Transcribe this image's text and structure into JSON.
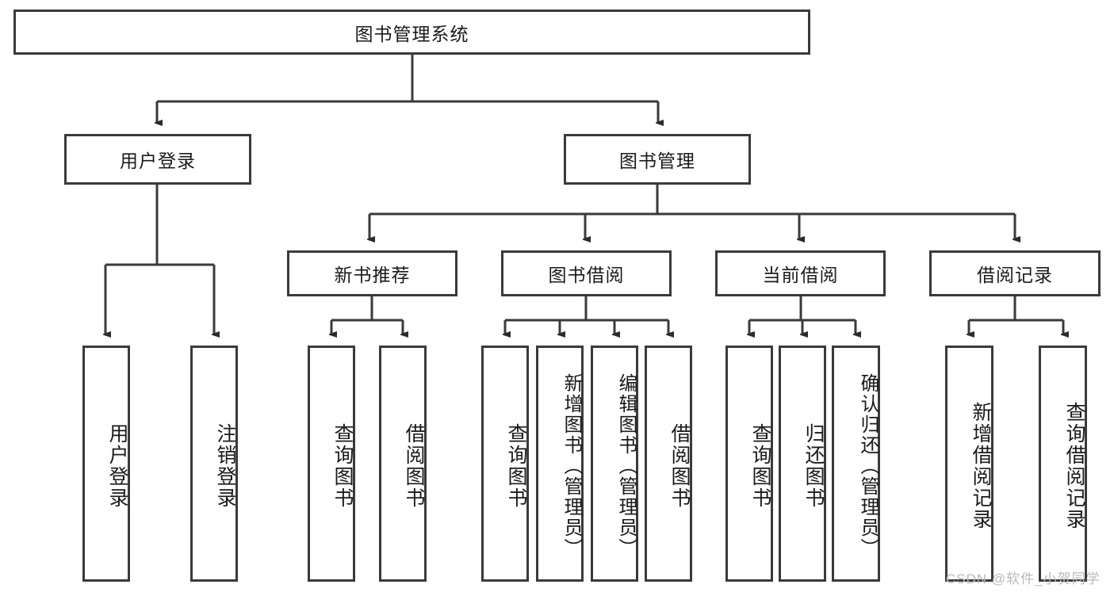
{
  "diagram": {
    "title": "图书管理系统",
    "type": "hierarchy-tree",
    "root": {
      "label": "图书管理系统"
    },
    "level2": [
      {
        "id": "user-login",
        "label": "用户登录"
      },
      {
        "id": "book-manage",
        "label": "图书管理"
      }
    ],
    "level3": [
      {
        "id": "new-book-recommend",
        "label": "新书推荐",
        "parent": "book-manage"
      },
      {
        "id": "book-borrow",
        "label": "图书借阅",
        "parent": "book-manage"
      },
      {
        "id": "current-borrow",
        "label": "当前借阅",
        "parent": "book-manage"
      },
      {
        "id": "borrow-record",
        "label": "借阅记录",
        "parent": "book-manage"
      }
    ],
    "leaves": [
      {
        "id": "leaf-user-login",
        "label": "用户登录",
        "parent": "user-login"
      },
      {
        "id": "leaf-logout-login",
        "label": "注销登录",
        "parent": "user-login"
      },
      {
        "id": "leaf-query-book-1",
        "label": "查询图书",
        "parent": "new-book-recommend"
      },
      {
        "id": "leaf-borrow-book-1",
        "label": "借阅图书",
        "parent": "new-book-recommend"
      },
      {
        "id": "leaf-query-book-2",
        "label": "查询图书",
        "parent": "book-borrow"
      },
      {
        "id": "leaf-add-book",
        "label": "新增图书（管理员）",
        "parent": "book-borrow"
      },
      {
        "id": "leaf-edit-book",
        "label": "编辑图书（管理员）",
        "parent": "book-borrow"
      },
      {
        "id": "leaf-borrow-book-2",
        "label": "借阅图书",
        "parent": "book-borrow"
      },
      {
        "id": "leaf-query-book-3",
        "label": "查询图书",
        "parent": "current-borrow"
      },
      {
        "id": "leaf-return-book",
        "label": "归还图书",
        "parent": "current-borrow"
      },
      {
        "id": "leaf-confirm-return",
        "label": "确认归还（管理员）",
        "parent": "current-borrow"
      },
      {
        "id": "leaf-add-record",
        "label": "新增借阅记录",
        "parent": "borrow-record"
      },
      {
        "id": "leaf-query-record",
        "label": "查询借阅记录",
        "parent": "borrow-record"
      }
    ],
    "watermark": "CSDN @软件_小贺同学",
    "colors": {
      "stroke": "#3a3a3a",
      "background": "#ffffff",
      "text": "#1a1a1a",
      "watermark": "#b9b9b9"
    }
  }
}
